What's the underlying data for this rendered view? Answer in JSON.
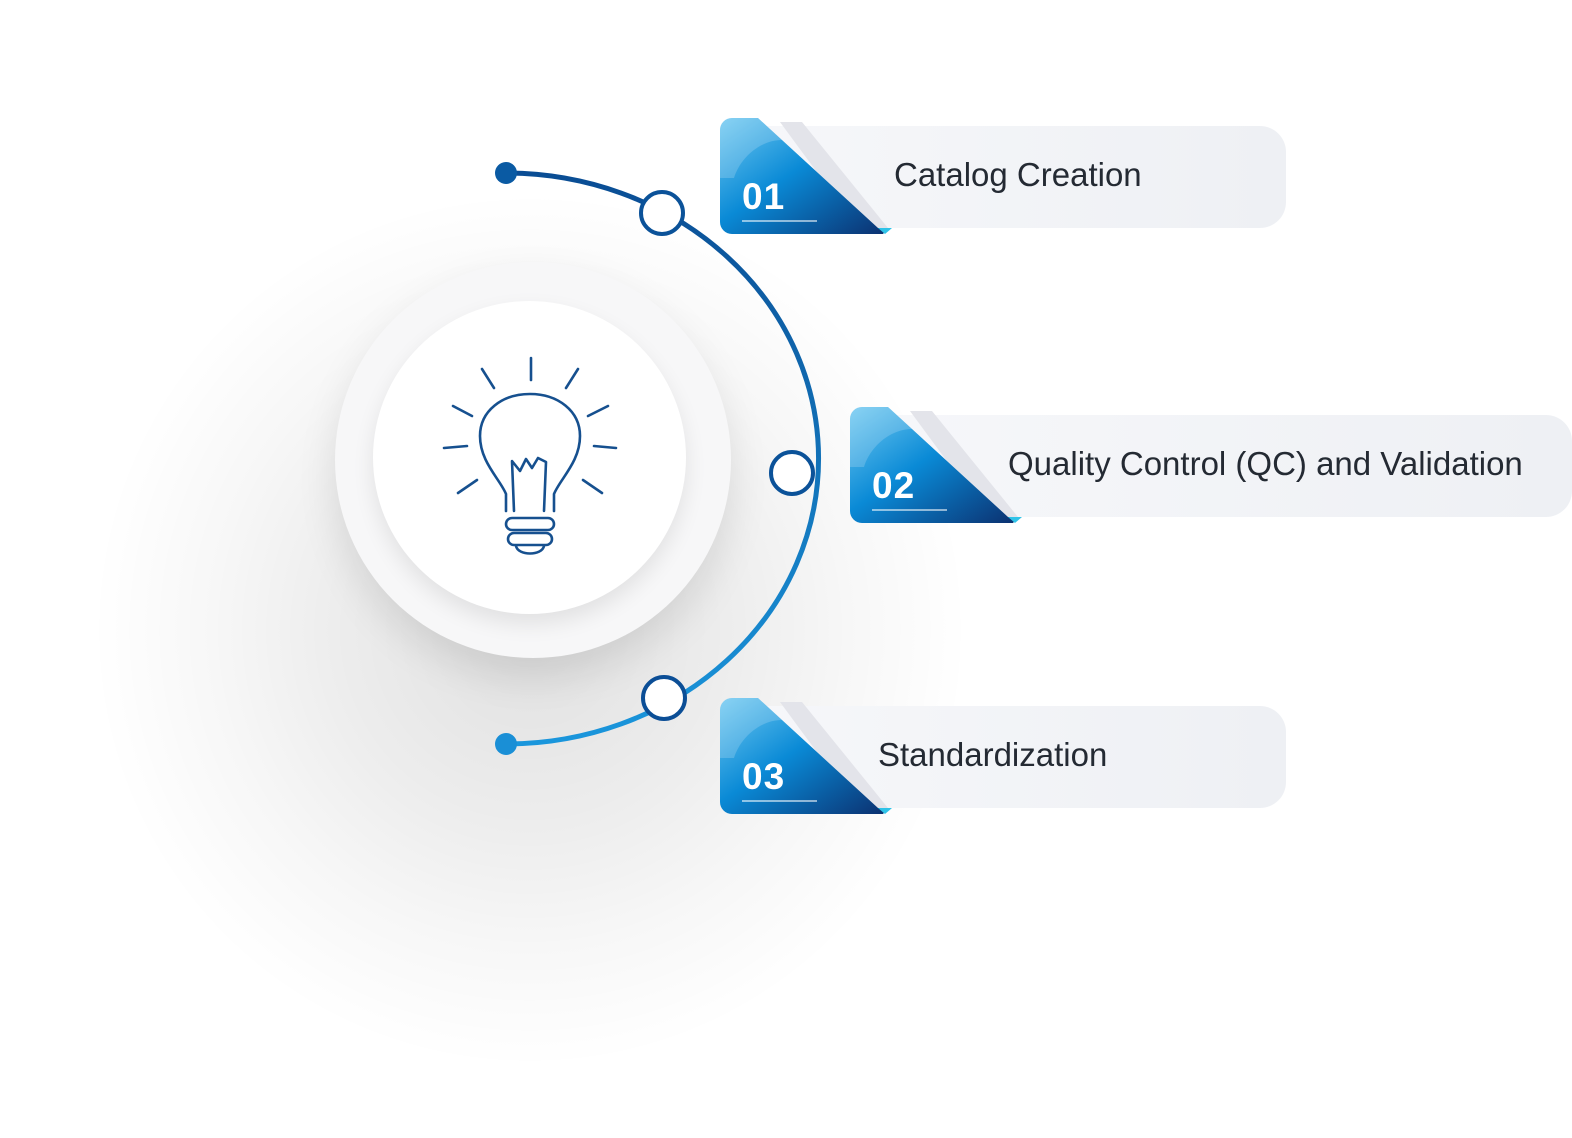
{
  "diagram": {
    "colors": {
      "arc_dark": "#0a4d94",
      "arc_light": "#1a96dc",
      "badge_light": "#6fc9f1",
      "badge_mid": "#0a8ad6",
      "badge_dark": "#0b2f6e",
      "bar": "#f1f2f6",
      "label_text": "#242a33"
    },
    "center_icon": "lightbulb-icon",
    "steps": [
      {
        "number": "01",
        "label": "Catalog Creation"
      },
      {
        "number": "02",
        "label": "Quality Control (QC) and Validation"
      },
      {
        "number": "03",
        "label": "Standardization"
      }
    ]
  }
}
